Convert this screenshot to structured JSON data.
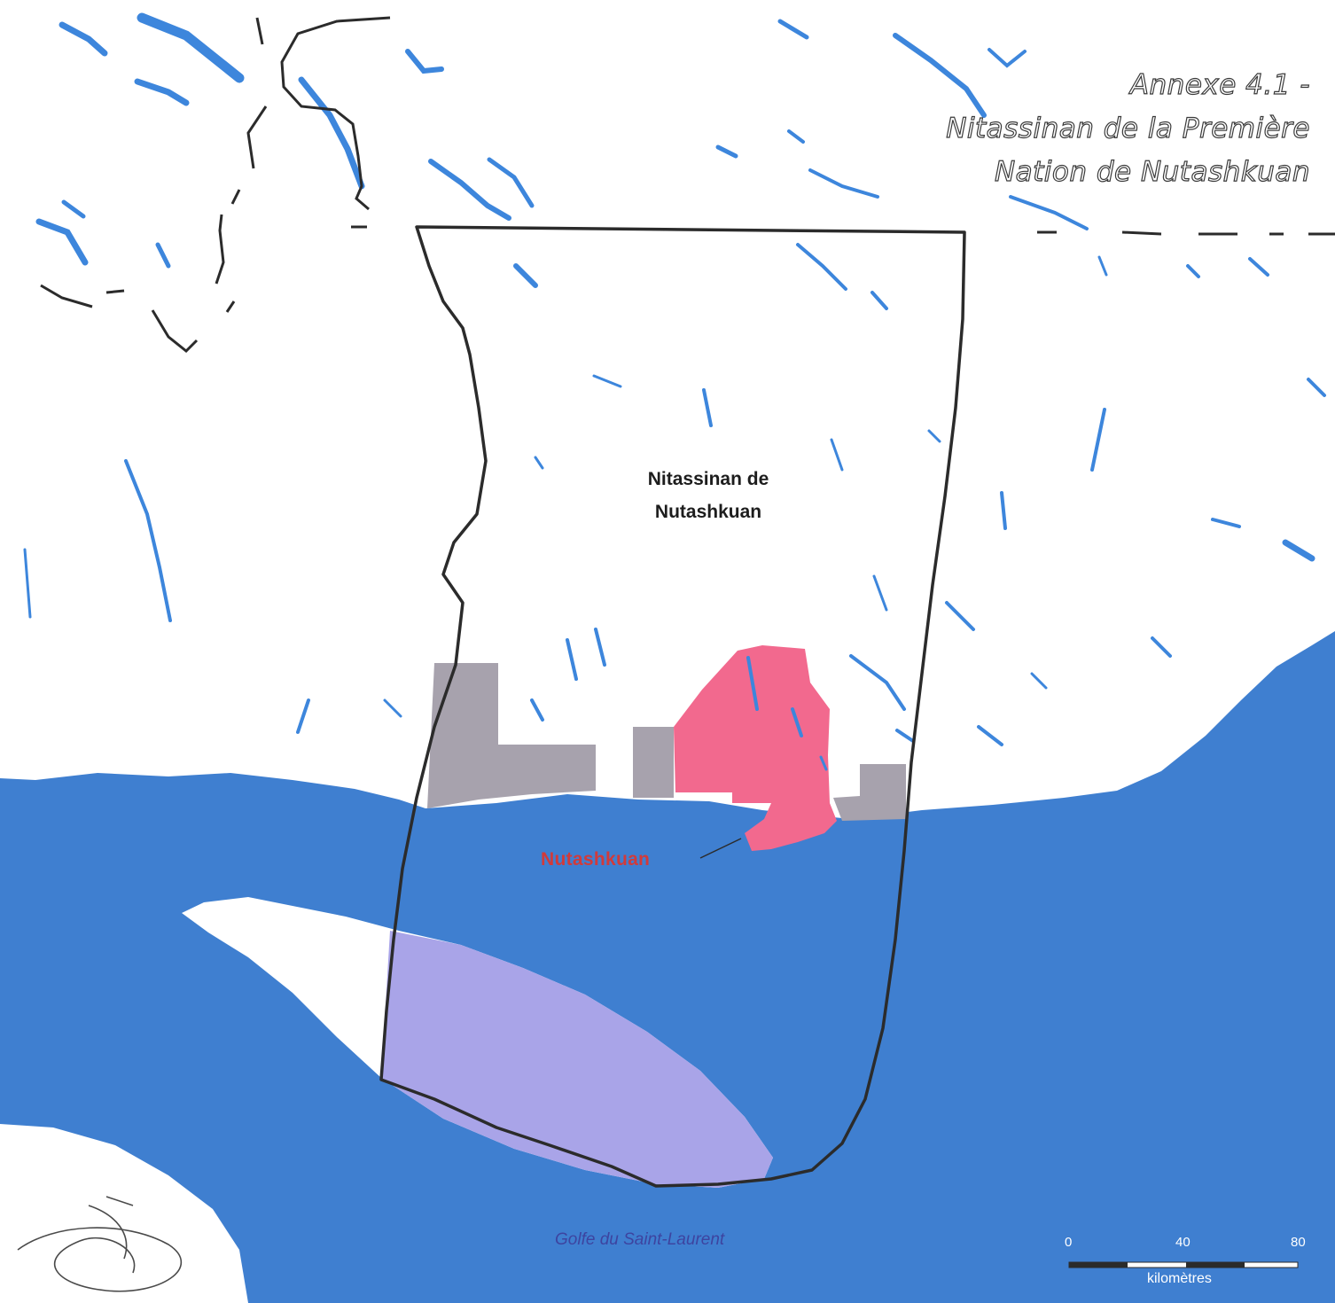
{
  "title": {
    "line1": "Annexe 4.1 -",
    "line2": "Nitassinan de la Première",
    "line3": "Nation de Nutashkuan"
  },
  "labels": {
    "territory_line1": "Nitassinan de",
    "territory_line2": "Nutashkuan",
    "community": "Nutashkuan",
    "gulf": "Golfe du Saint-Laurent"
  },
  "scale": {
    "ticks": [
      "0",
      "40",
      "80"
    ],
    "unit": "kilomètres"
  },
  "colors": {
    "water": "#3f7fd0",
    "land": "#ffffff",
    "lakes": "#3d86dc",
    "territory_border": "#2b2b2b",
    "community_zone": "#f2698e",
    "adjacent_zones": "#a7a2ad",
    "island_zone": "#a9a4e8",
    "community_label": "#d23a3a"
  }
}
